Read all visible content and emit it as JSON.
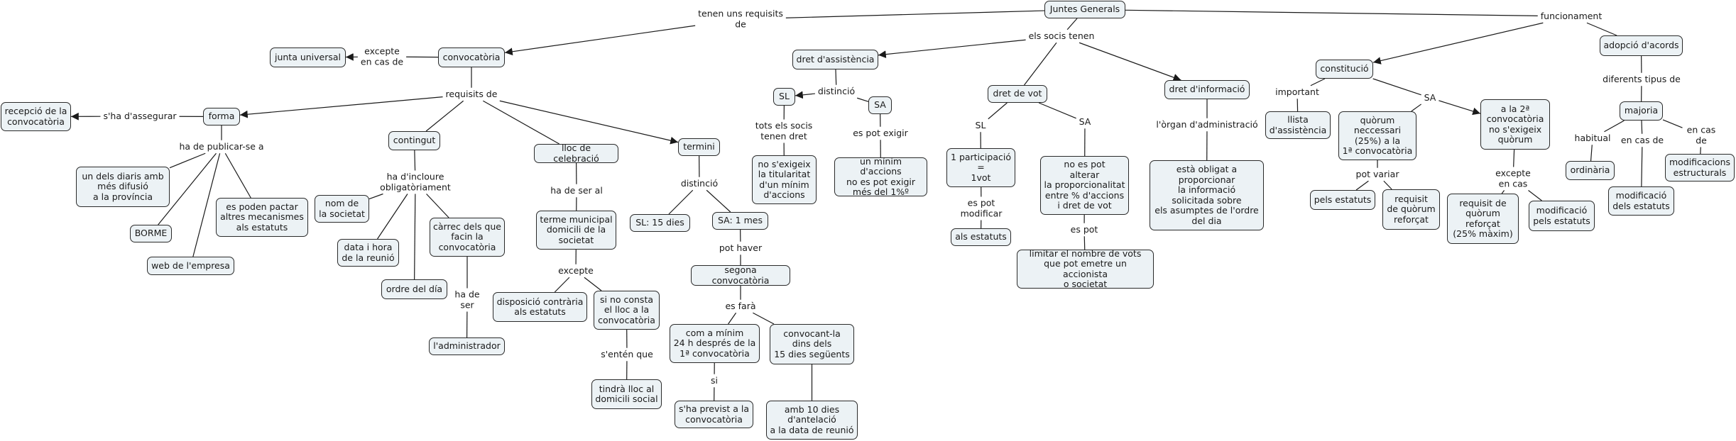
{
  "map": {
    "title": "Juntes Generals",
    "nodes": [
      {
        "id": "juntes",
        "text": "Juntes Generals"
      },
      {
        "id": "junta_universal",
        "text": "junta universal"
      },
      {
        "id": "convocatoria",
        "text": "convocatòria"
      },
      {
        "id": "recepcio",
        "text": "recepció de la\nconvocatòria"
      },
      {
        "id": "forma",
        "text": "forma"
      },
      {
        "id": "diaris",
        "text": "un dels diaris amb\nmés difusió\na la província"
      },
      {
        "id": "borme",
        "text": "BORME"
      },
      {
        "id": "web",
        "text": "web de l'empresa"
      },
      {
        "id": "pactar",
        "text": "es poden pactar\naltres mecanismes\nals estatuts"
      },
      {
        "id": "contingut",
        "text": "contingut"
      },
      {
        "id": "nom",
        "text": "nom de\nla societat"
      },
      {
        "id": "data",
        "text": "data i hora\nde la reunió"
      },
      {
        "id": "ordre",
        "text": "ordre del día"
      },
      {
        "id": "carrec",
        "text": "càrrec dels que\nfacin la\nconvocatòria"
      },
      {
        "id": "administrador",
        "text": "l'administrador"
      },
      {
        "id": "lloc",
        "text": "lloc de celebració"
      },
      {
        "id": "terme",
        "text": "terme municipal\ndomicili de la\nsocietat"
      },
      {
        "id": "disposicio",
        "text": "disposició contrària\nals estatuts"
      },
      {
        "id": "si_no_consta",
        "text": "si no consta\nel lloc a la\nconvocatòria"
      },
      {
        "id": "tindra",
        "text": "tindrà lloc al\ndomicili social"
      },
      {
        "id": "termini",
        "text": "termini"
      },
      {
        "id": "sl15",
        "text": "SL: 15 dies"
      },
      {
        "id": "sa1",
        "text": "SA: 1 mes"
      },
      {
        "id": "segona",
        "text": "segona convocatòria"
      },
      {
        "id": "minim24",
        "text": "com a mínim\n24 h després de la\n1ª convocatòria"
      },
      {
        "id": "convocant",
        "text": "convocant-la\ndins dels\n15 dies següents"
      },
      {
        "id": "previst",
        "text": "s'ha previst a la\nconvocatòria"
      },
      {
        "id": "amb10",
        "text": "amb 10 dies\nd'antelació\na la data de reunió"
      },
      {
        "id": "assistencia",
        "text": "dret d'assistència"
      },
      {
        "id": "sl_node",
        "text": "SL"
      },
      {
        "id": "sa_node",
        "text": "SA"
      },
      {
        "id": "no_sexigeix",
        "text": "no s'exigeix\nla titularitat\nd'un mínim\nd'accions"
      },
      {
        "id": "minim_accions",
        "text": "un mínim d'accions\nno es pot exigir\nmés del 1%º"
      },
      {
        "id": "vot",
        "text": "dret de vot"
      },
      {
        "id": "participacio",
        "text": "1 participació\n=\n1vot"
      },
      {
        "id": "als_estatuts",
        "text": "als estatuts"
      },
      {
        "id": "alterar",
        "text": "no es pot\nalterar\nla proporcionalitat\nentre % d'accions\ni dret de vot"
      },
      {
        "id": "limitar",
        "text": "limitar el nombre de vots\nque pot emetre un accionista\no societat"
      },
      {
        "id": "informacio",
        "text": "dret d'informació"
      },
      {
        "id": "obligat",
        "text": "està obligat a\nproporcionar\nla informació\nsolicitada sobre\nels asumptes de l'ordre\ndel dia"
      },
      {
        "id": "constitucio",
        "text": "constitució"
      },
      {
        "id": "llista",
        "text": "llista\nd'assistència"
      },
      {
        "id": "quorum",
        "text": "quòrum\nneccessari\n(25%) a la\n1ª convocatòria"
      },
      {
        "id": "pels_estatuts",
        "text": "pels estatuts"
      },
      {
        "id": "reforcat",
        "text": "requisit\nde quòrum\nreforçat"
      },
      {
        "id": "segona2",
        "text": "a la 2ª\nconvocatòria\nno s'exigeix\nquòrum"
      },
      {
        "id": "reforcat25",
        "text": "requisit de\nquòrum\nreforçat\n(25% màxim)"
      },
      {
        "id": "mod_pels",
        "text": "modificació\npels estatuts"
      },
      {
        "id": "acords",
        "text": "adopció d'acords"
      },
      {
        "id": "majoria",
        "text": "majoria"
      },
      {
        "id": "ordinaria",
        "text": "ordinària"
      },
      {
        "id": "mod_dels",
        "text": "modificació\ndels estatuts"
      },
      {
        "id": "estructurals",
        "text": "modificacions\nestructurals"
      }
    ],
    "link_labels": [
      {
        "id": "l_requisits",
        "text": "tenen uns requisits\nde"
      },
      {
        "id": "l_socis",
        "text": "els socis tenen"
      },
      {
        "id": "l_funcionament",
        "text": "funcionament"
      },
      {
        "id": "l_excepte",
        "text": "excepte\nen cas de"
      },
      {
        "id": "l_requisits_de",
        "text": "requisits de"
      },
      {
        "id": "l_assegurar",
        "text": "s'ha d'assegurar"
      },
      {
        "id": "l_publicar",
        "text": "ha de publicar-se a"
      },
      {
        "id": "l_incloure",
        "text": "ha d'incloure\nobligatòriament"
      },
      {
        "id": "l_hade_ser",
        "text": "ha de\nser"
      },
      {
        "id": "l_ser_al",
        "text": "ha de ser al"
      },
      {
        "id": "l_excepte2",
        "text": "excepte"
      },
      {
        "id": "l_enten",
        "text": "s'entén que"
      },
      {
        "id": "l_distincio_t",
        "text": "distinció"
      },
      {
        "id": "l_pot_haver",
        "text": "pot haver"
      },
      {
        "id": "l_fara",
        "text": "es farà"
      },
      {
        "id": "l_si",
        "text": "si"
      },
      {
        "id": "l_distincio_a",
        "text": "distinció"
      },
      {
        "id": "l_tots",
        "text": "tots els socis\ntenen dret"
      },
      {
        "id": "l_exigir",
        "text": "es pot exigir"
      },
      {
        "id": "l_sl",
        "text": "SL"
      },
      {
        "id": "l_sa",
        "text": "SA"
      },
      {
        "id": "l_modificar",
        "text": "es pot\nmodificar"
      },
      {
        "id": "l_es_pot",
        "text": "es pot"
      },
      {
        "id": "l_organ",
        "text": "l'òrgan d'administració"
      },
      {
        "id": "l_important",
        "text": "important"
      },
      {
        "id": "l_sa_const",
        "text": "SA"
      },
      {
        "id": "l_variar",
        "text": "pot variar"
      },
      {
        "id": "l_excepte_cas",
        "text": "excepte\nen cas"
      },
      {
        "id": "l_tipus",
        "text": "diferents tipus de"
      },
      {
        "id": "l_habitual",
        "text": "habitual"
      },
      {
        "id": "l_encas1",
        "text": "en cas de"
      },
      {
        "id": "l_encas2",
        "text": "en cas de"
      }
    ]
  },
  "colors": {
    "node_fill": "#ecf2f5",
    "node_border": "#2a2a2a",
    "line": "#1a1a1a"
  }
}
